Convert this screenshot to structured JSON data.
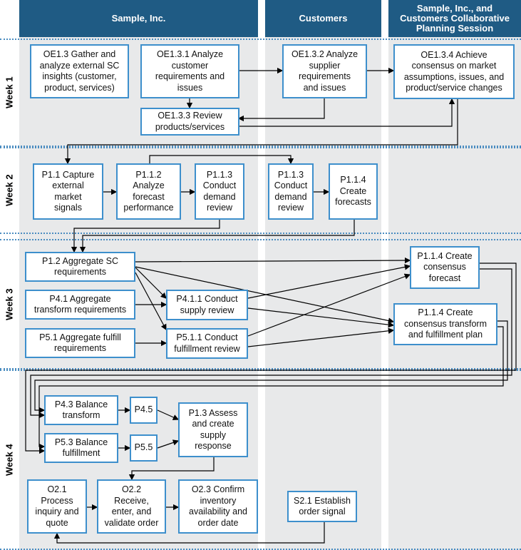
{
  "lanes": [
    {
      "name": "Sample, Inc."
    },
    {
      "name": "Customers"
    },
    {
      "name": "Sample, Inc., and\nCustomers Collaborative\nPlanning Session"
    }
  ],
  "weeks": [
    "Week 1",
    "Week 2",
    "Week 3",
    "Week 4"
  ],
  "nodes": {
    "oe1_3": "OE1.3 Gather and\nanalyze external SC\ninsights (customer,\nproduct, services)",
    "oe1_3_1": "OE1.3.1 Analyze\ncustomer\nrequirements and\nissues",
    "oe1_3_2": "OE1.3.2 Analyze\nsupplier\nrequirements\nand issues",
    "oe1_3_4": "OE1.3.4 Achieve\nconsensus on market\nassumptions, issues, and\nproduct/service changes",
    "oe1_3_3": "OE1.3.3 Review\nproducts/services",
    "p1_1": "P1.1 Capture\nexternal\nmarket\nsignals",
    "p1_1_2": "P1.1.2\nAnalyze\nforecast\nperformance",
    "p1_1_3a": "P1.1.3\nConduct\ndemand\nreview",
    "p1_1_3b": "P1.1.3\nConduct\ndemand\nreview",
    "p1_1_4a": "P1.1.4\nCreate\nforecasts",
    "p1_2": "P1.2 Aggregate SC\nrequirements",
    "p4_1": "P4.1 Aggregate\ntransform requirements",
    "p5_1": "P5.1 Aggregate fulfill\nrequirements",
    "p4_1_1": "P4.1.1 Conduct\nsupply review",
    "p5_1_1": "P5.1.1 Conduct\nfulfillment review",
    "p1_1_4b": "P1.1.4 Create\nconsensus\nforecast",
    "p1_1_4c": "P1.1.4 Create\nconsensus transform\nand fulfillment plan",
    "p4_3": "P4.3 Balance\ntransform",
    "p5_3": "P5.3 Balance\nfulfillment",
    "p4_5": "P4.5",
    "p5_5": "P5.5",
    "p1_3": "P1.3 Assess\nand create\nsupply\nresponse",
    "o2_1": "O2.1\nProcess\ninquiry and\nquote",
    "o2_2": "O2.2\nReceive,\nenter, and\nvalidate order",
    "o2_3": "O2.3 Confirm\ninventory\navailability and\norder date",
    "s2_1": "S2.1 Establish\norder signal"
  },
  "colors": {
    "lane_header": "#1f5b84",
    "lane_background": "#e8e9ea",
    "box_border": "#3d8fcc",
    "week_divider": "#4a8cc0",
    "connector": "#000000"
  }
}
